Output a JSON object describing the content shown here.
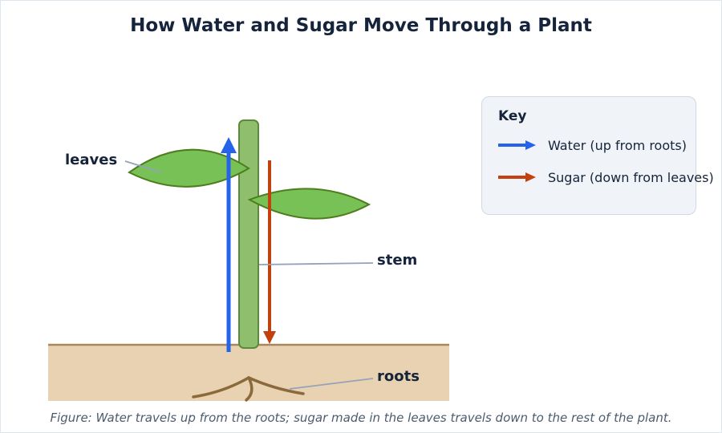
{
  "title": "How Water and Sugar Move Through a Plant",
  "labels": {
    "leaves": "leaves",
    "stem": "stem",
    "roots": "roots"
  },
  "key": {
    "title": "Key",
    "items": [
      {
        "label": "Water (up from roots)",
        "color": "#2563eb",
        "direction": "up"
      },
      {
        "label": "Sugar (down from leaves)",
        "color": "#c2410c",
        "direction": "down"
      }
    ]
  },
  "caption": "Figure: Water travels up from the roots; sugar made in the leaves travels down to the rest of the plant.",
  "colors": {
    "soil": "#e8d2b2",
    "soil_line": "#a8875f",
    "stem_fill": "#8fbf6c",
    "stem_stroke": "#5a8a3a",
    "leaf_fill": "#77c156",
    "leaf_stroke": "#4e7d1e",
    "roots": "#8a6a3a",
    "leader_line": "#94a3b8"
  }
}
